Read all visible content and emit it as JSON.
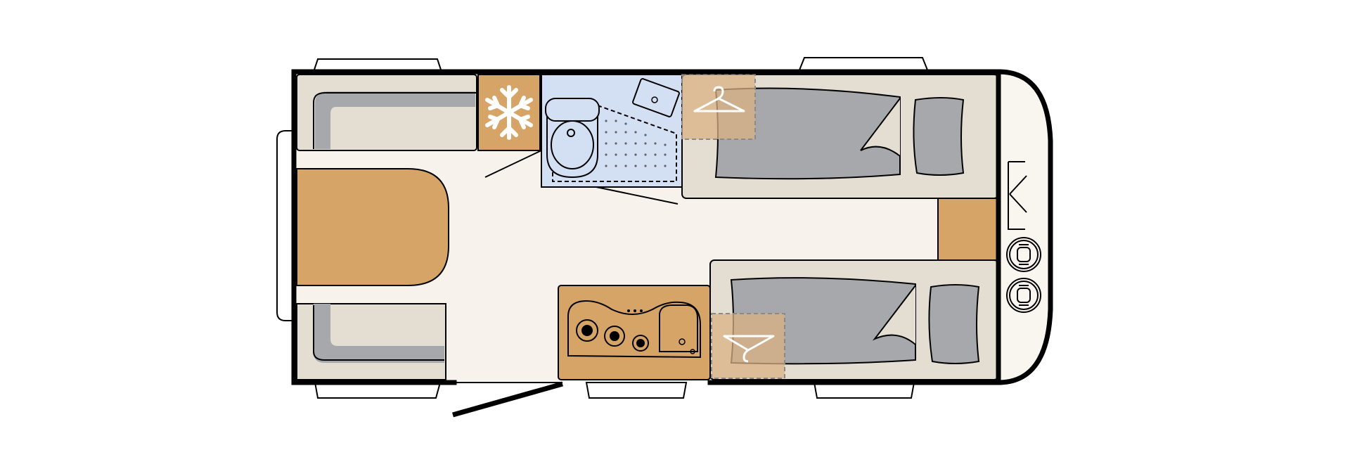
{
  "floorplan": {
    "colors": {
      "outline": "#000000",
      "floor": "#f7f3ec",
      "cushion_beige": "#e4ddd1",
      "cushion_grey": "#a7a8ab",
      "wood": "#d6a466",
      "bathroom": "#d3e0f3",
      "cab": "#f9f6f0",
      "wardrobe_overlay": "#d9b184"
    },
    "icons": [
      "snowflake-icon",
      "hanger-icon",
      "toilet-icon",
      "washbasin-icon",
      "stove-burner-icon",
      "sink-icon",
      "steering-icon",
      "cab-seat-icon"
    ],
    "areas": [
      "dinette-bench-top",
      "dinette-table",
      "dinette-bench-bottom",
      "fridge",
      "bathroom",
      "kitchen-counter",
      "single-bed-top",
      "single-bed-bottom",
      "wardrobe-top",
      "wardrobe-bottom",
      "nightstand",
      "entrance-door",
      "driver-cab"
    ]
  }
}
